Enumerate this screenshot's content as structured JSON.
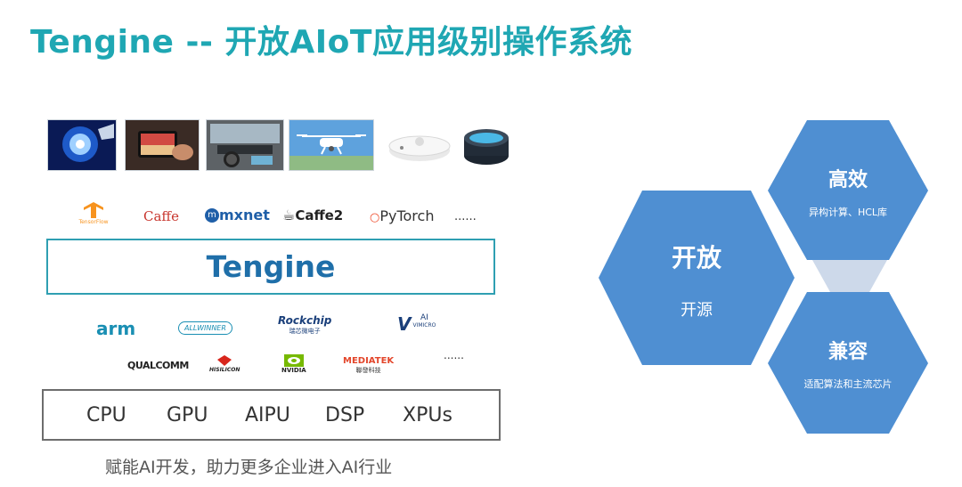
{
  "title": "Tengine --  开放AIoT应用级别操作系统",
  "images": [
    {
      "icon": "security-camera-image"
    },
    {
      "icon": "handheld-device-image"
    },
    {
      "icon": "car-dashboard-image"
    },
    {
      "icon": "drone-image"
    },
    {
      "icon": "robot-vacuum-image"
    },
    {
      "icon": "smart-speaker-image"
    }
  ],
  "frameworks": {
    "tensorflow": "TensorFlow",
    "caffe": "Caffe",
    "mxnet": "mxnet",
    "caffe2": "Caffe2",
    "pytorch": "PyTorch",
    "more": "......"
  },
  "engine_label": "Tengine",
  "vendors": {
    "arm": "arm",
    "allwinner": "ALLWINNER",
    "rockchip": "Rockchip",
    "rockchip_cn": "瑞芯微电子",
    "vimicro_v": "V",
    "vimicro_ai": "AI",
    "vimicro": "VIMICRO",
    "qualcomm": "QUALCOMM",
    "hisilicon": "HISILICON",
    "nvidia": "NVIDIA",
    "mediatek": "MEDIATEK",
    "mediatek_cn": "聯發科技",
    "more": "......"
  },
  "hardware": [
    "CPU",
    "GPU",
    "AIPU",
    "DSP",
    "XPUs"
  ],
  "caption": "赋能AI开发，助力更多企业进入AI行业",
  "hexagons": {
    "open": {
      "title": "开放",
      "subtitle": "开源"
    },
    "efficient": {
      "title": "高效",
      "subtitle": "异构计算、HCL库"
    },
    "compatible": {
      "title": "兼容",
      "subtitle": "适配算法和主流芯片"
    }
  },
  "colors": {
    "title": "#1fa7b3",
    "hexagon": "#4f8fd2",
    "engine_text": "#1f6fa9",
    "engine_border": "#2f9fb2"
  }
}
